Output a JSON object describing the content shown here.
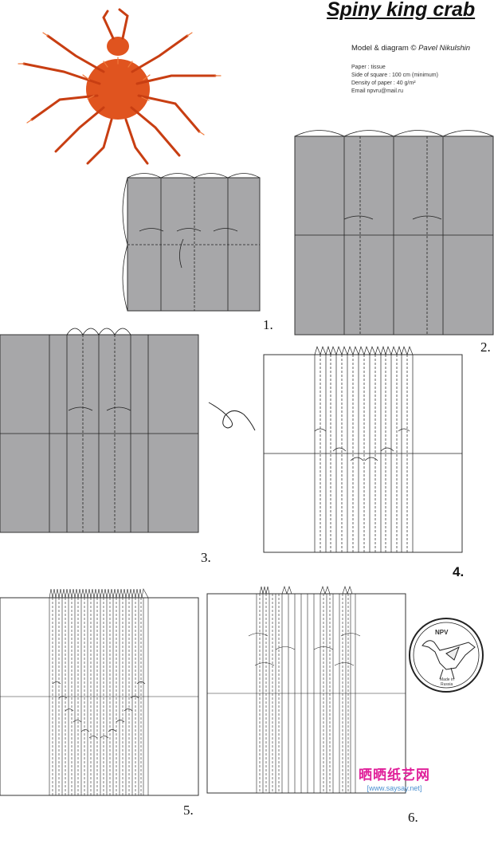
{
  "title": "Spiny king crab",
  "credit": {
    "prefix": "Model & diagram ©",
    "author": "Pavel Nikulshin"
  },
  "specs": {
    "paper": "Paper : tissue",
    "side": "Side of square : 100 cm (minimum)",
    "density": "Density of paper : 40 g/m²",
    "email": "Email npvru@mail.ru"
  },
  "steps": [
    "1.",
    "2.",
    "3.",
    "4.",
    "5.",
    "6."
  ],
  "stamp": {
    "initials": "NPV",
    "made_in": "Made in",
    "country": "Russia"
  },
  "watermark": {
    "site_cn": "晒晒纸艺网",
    "url": "[www.saysay.net]"
  },
  "colors": {
    "paper_gray": "#a7a7a9",
    "crab_orange": "#e0541f",
    "watermark_pink": "#e0209a",
    "watermark_blue": "#4a8fd0"
  }
}
